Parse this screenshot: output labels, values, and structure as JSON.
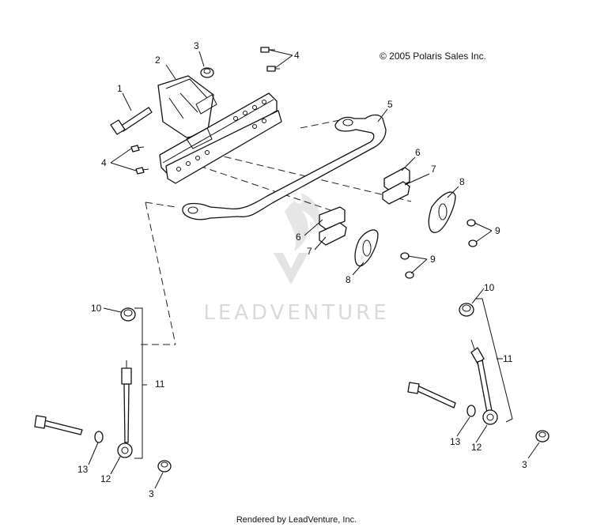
{
  "copyright": "© 2005 Polaris Sales Inc.",
  "watermark": "LEADVENTURE",
  "footer": "Rendered by LeadVenture, Inc.",
  "callouts": {
    "c1": "1",
    "c2": "2",
    "c3a": "3",
    "c3b": "3",
    "c3c": "3",
    "c4a": "4",
    "c4b": "4",
    "c5": "5",
    "c6a": "6",
    "c6b": "6",
    "c7a": "7",
    "c7b": "7",
    "c8a": "8",
    "c8b": "8",
    "c9a": "9",
    "c9b": "9",
    "c10a": "10",
    "c10b": "10",
    "c11a": "11",
    "c11b": "11",
    "c12a": "12",
    "c12b": "12",
    "c13a": "13",
    "c13b": "13"
  }
}
